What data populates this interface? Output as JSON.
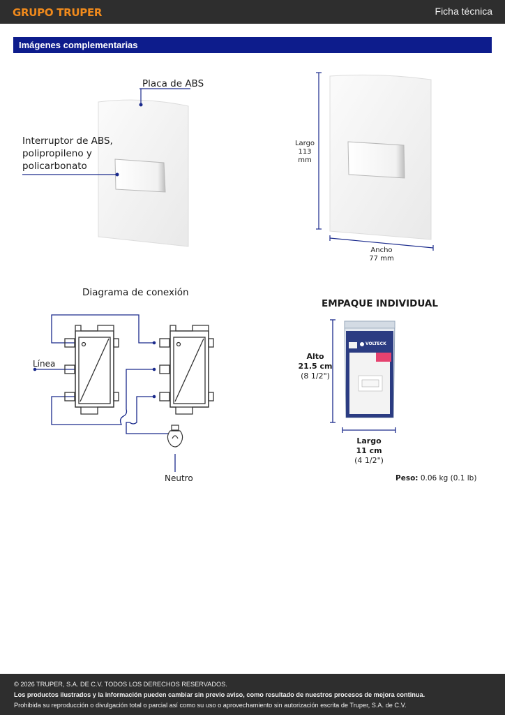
{
  "header": {
    "brand": "GRUPO TRUPER",
    "sheet_title": "Ficha técnica"
  },
  "section": {
    "title": "Imágenes complementarias"
  },
  "product": {
    "label_plate": "Placa de ABS",
    "label_switch_line1": "Interruptor de ABS,",
    "label_switch_line2": "polipropileno y",
    "label_switch_line3": "policarbonato"
  },
  "dimensions": {
    "length_label": "Largo",
    "length_value": "113 mm",
    "width_label": "Ancho",
    "width_value": "77 mm"
  },
  "diagram": {
    "title": "Diagrama de conexión",
    "line_label": "Línea",
    "neutral_label": "Neutro"
  },
  "packaging": {
    "title": "EMPAQUE INDIVIDUAL",
    "height_label": "Alto",
    "height_value": "21.5 cm",
    "height_imperial": "(8 1/2\")",
    "length_label": "Largo",
    "length_value": "11 cm",
    "length_imperial": "(4 1/2\")",
    "package_brand": "VOLTECK",
    "weight_label": "Peso:",
    "weight_value": "0.06 kg (0.1 lb)"
  },
  "footer": {
    "copyright": "© 2026 TRUPER, S.A. DE C.V. TODOS LOS DERECHOS RESERVADOS.",
    "notice": "Los productos ilustrados y la información pueden cambiar sin previo aviso, como resultado de nuestros procesos de mejora continua.",
    "prohibition": "Prohibida su reproducción o divulgación total o parcial así como su uso o aprovechamiento sin autorización escrita de Truper, S.A. de C.V."
  },
  "colors": {
    "brand_orange": "#f08a1c",
    "header_dark": "#2e2e2e",
    "section_blue": "#0d1c8c",
    "wire_blue": "#1a2a8c"
  }
}
